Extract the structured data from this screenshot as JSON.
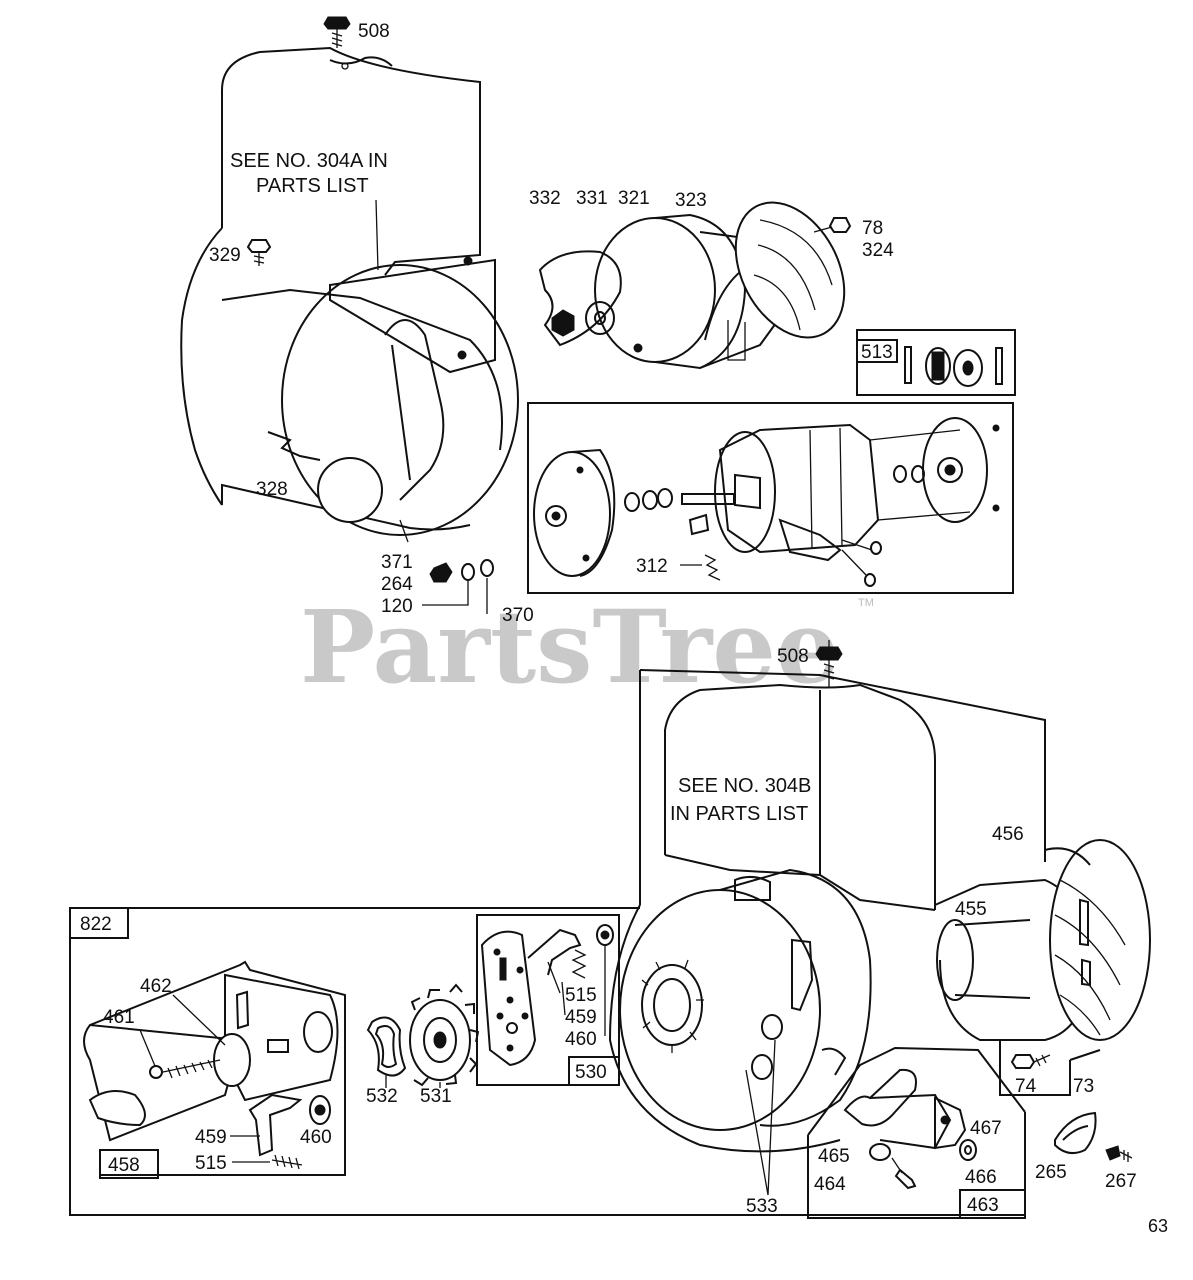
{
  "notes": {
    "upper_note_line1": "SEE NO. 304A IN",
    "upper_note_line2": "PARTS LIST",
    "lower_note_line1": "SEE NO. 304B",
    "lower_note_line2": "IN PARTS LIST"
  },
  "watermark": {
    "text": "PartsTree",
    "trademark": "TM"
  },
  "page_number": "63",
  "part_labels": {
    "p508_top": "508",
    "p329": "329",
    "p328": "328",
    "p371": "371",
    "p264": "264",
    "p120": "120",
    "p370": "370",
    "p332": "332",
    "p331": "331",
    "p321": "321",
    "p323": "323",
    "p78": "78",
    "p324": "324",
    "p513": "513",
    "p312": "312",
    "p508_mid": "508",
    "p456": "456",
    "p455": "455",
    "p822": "822",
    "p462": "462",
    "p461": "461",
    "p459_left": "459",
    "p515_left": "515",
    "p460_left": "460",
    "p458": "458",
    "p532": "532",
    "p531": "531",
    "p515_right": "515",
    "p459_right": "459",
    "p460_right": "460",
    "p530": "530",
    "p533": "533",
    "p465": "465",
    "p464": "464",
    "p467": "467",
    "p466": "466",
    "p463": "463",
    "p74": "74",
    "p73": "73",
    "p265": "265",
    "p267": "267"
  }
}
